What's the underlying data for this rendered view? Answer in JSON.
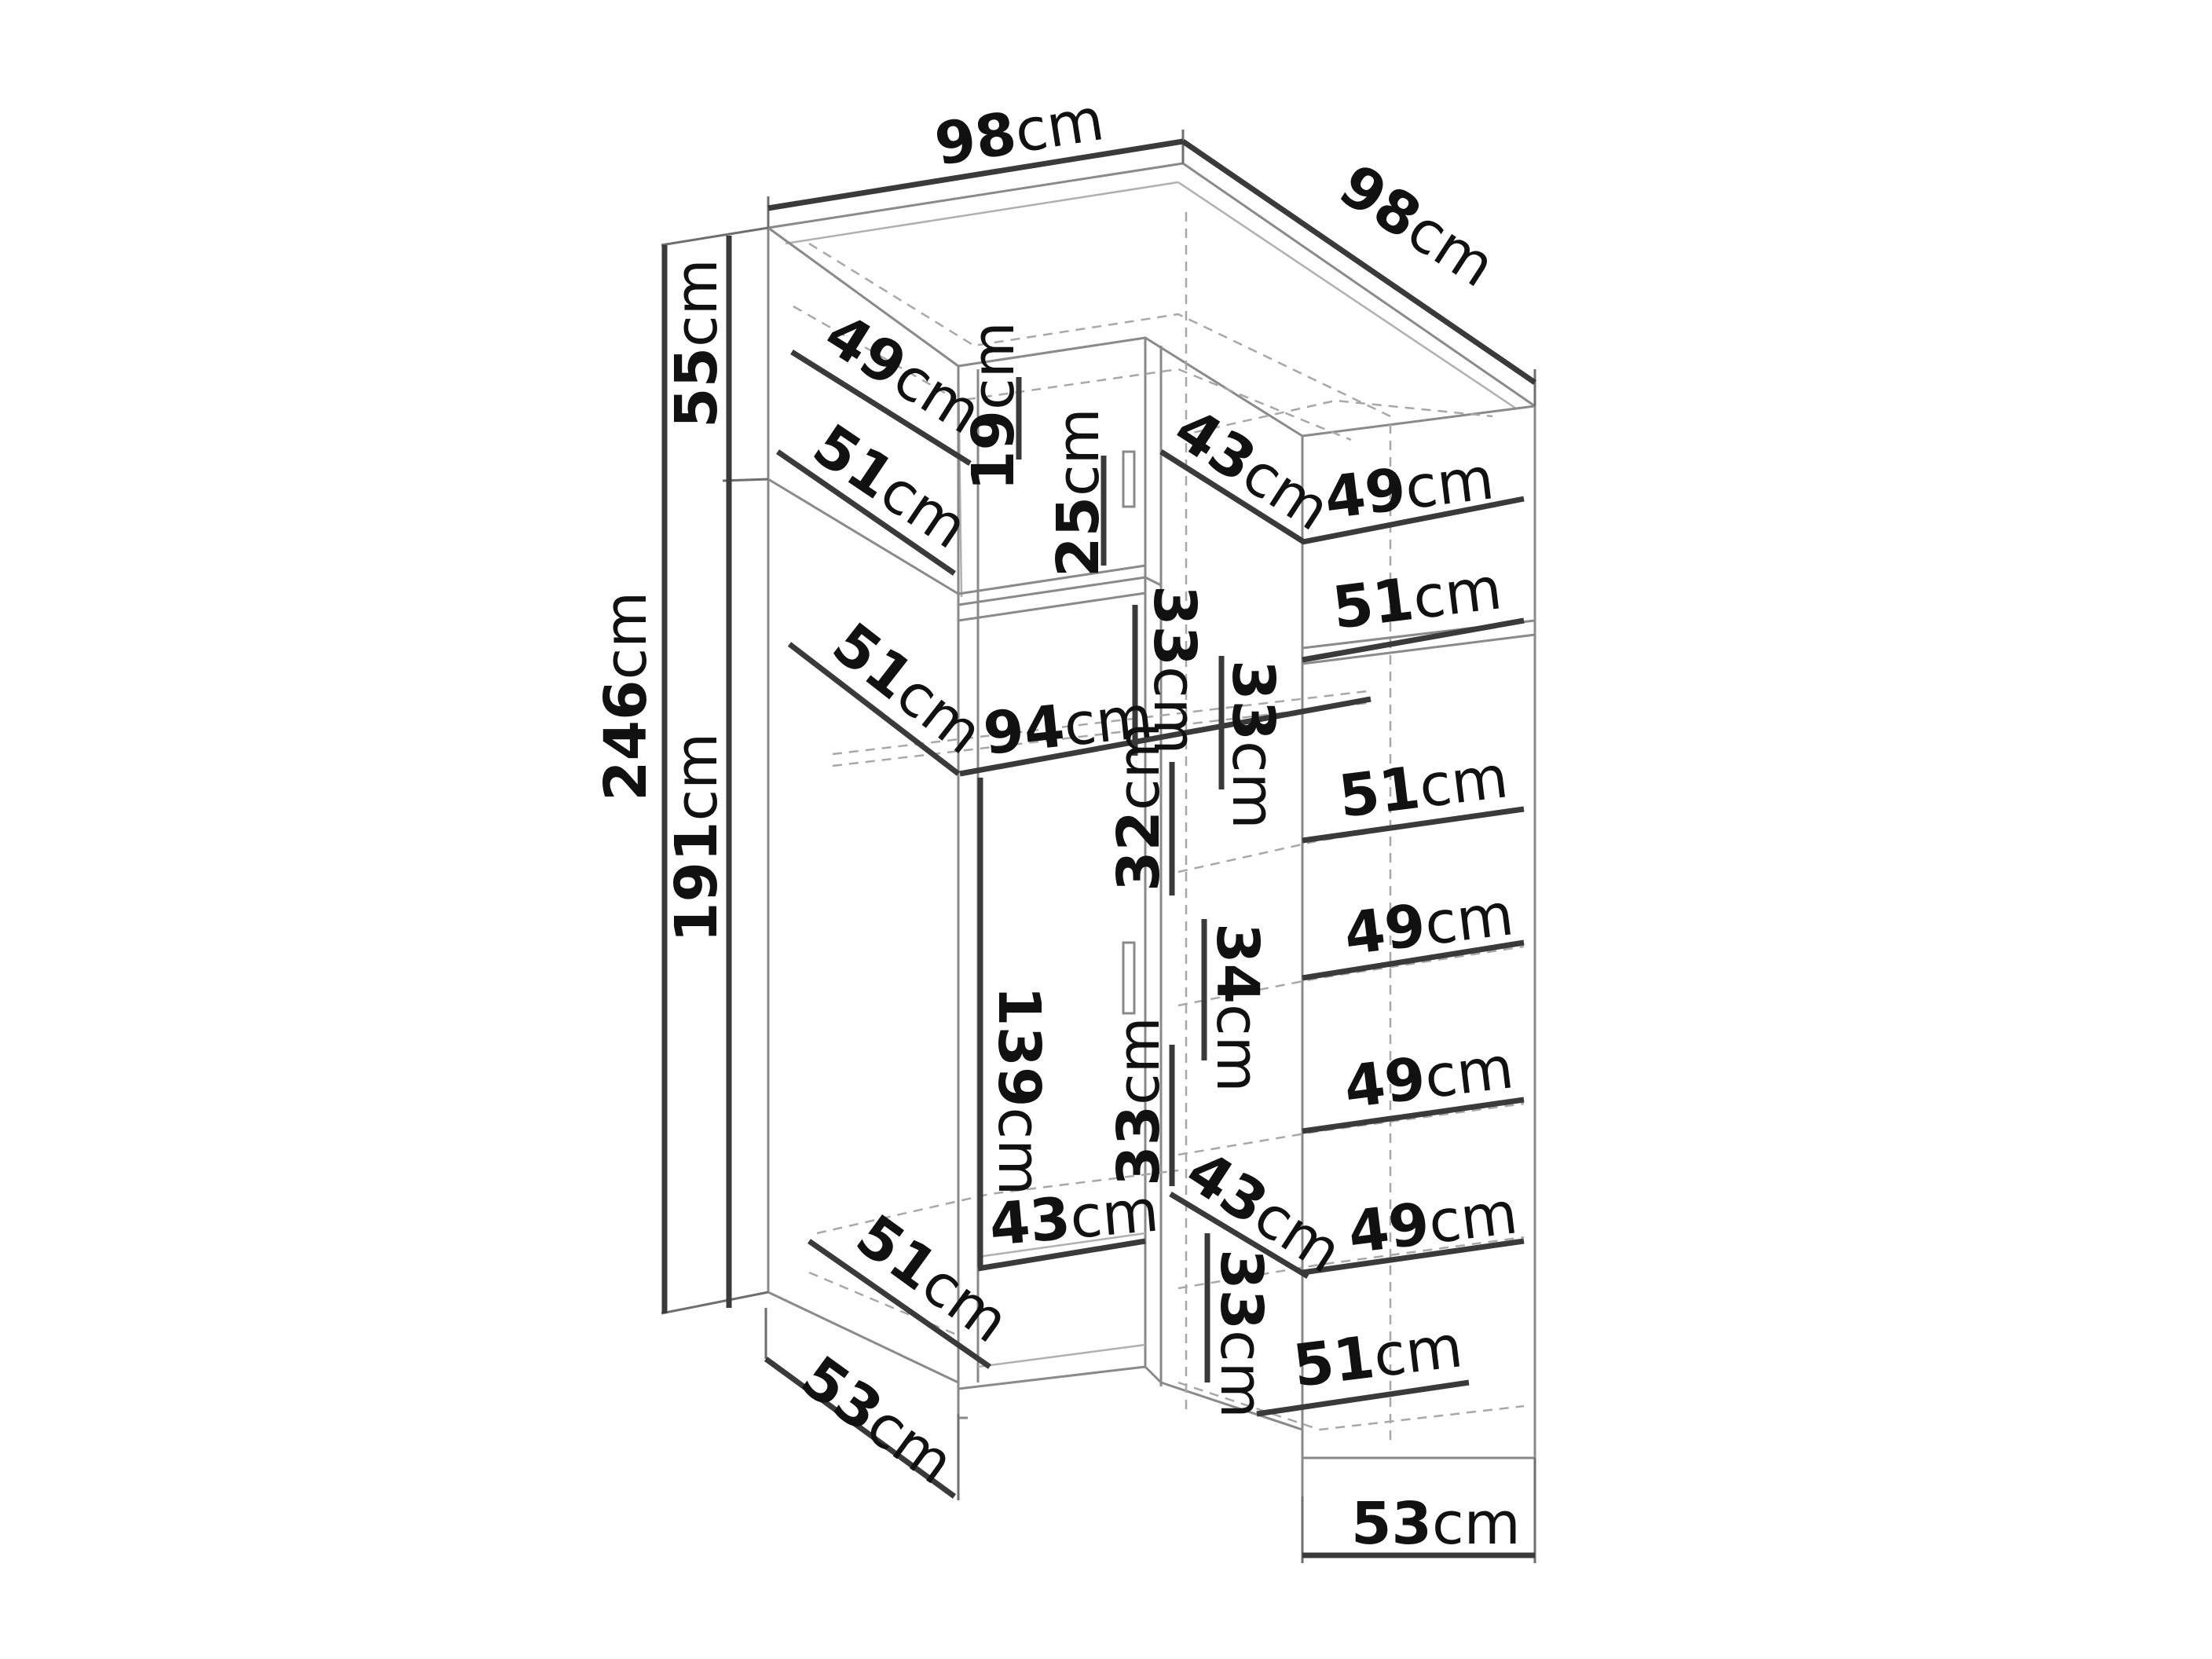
{
  "dimensions": {
    "top_width_left": "98cm",
    "top_width_right": "98cm",
    "total_height": "246cm",
    "upper_height": "55cm",
    "lower_height": "191cm",
    "depth_bottom_left": "53cm",
    "depth_bottom_right": "53cm",
    "upper_shelf_depth": "49cm",
    "upper_shelf_depth_2": "51cm",
    "mid_shelf_depth": "51cm",
    "bottom_shelf_depth_left": "51cm",
    "top_comp_height": "19cm",
    "door_comp_height": "25cm",
    "corner_shelf_depth_top": "43cm",
    "corner_shelf_depth_bottom": "43cm",
    "rod_width": "94cm",
    "hanging_height": "139cm",
    "inner_floor_width": "43cm",
    "inner_gap_top": "33cm",
    "side_gap_1": "33cm",
    "middle_gap_1": "32cm",
    "side_gap_2": "34cm",
    "middle_gap_2": "33cm",
    "bottom_gap_right": "33cm",
    "right_shelf_1": "49cm",
    "right_shelf_2": "51cm",
    "right_shelf_3": "51cm",
    "right_shelf_4": "49cm",
    "right_shelf_5": "49cm",
    "right_shelf_6": "49cm",
    "right_shelf_7": "51cm"
  },
  "style": {
    "edge_color": "#8a8a8a",
    "dimension_line_color": "#3a3a3a",
    "text_color": "#111111"
  }
}
